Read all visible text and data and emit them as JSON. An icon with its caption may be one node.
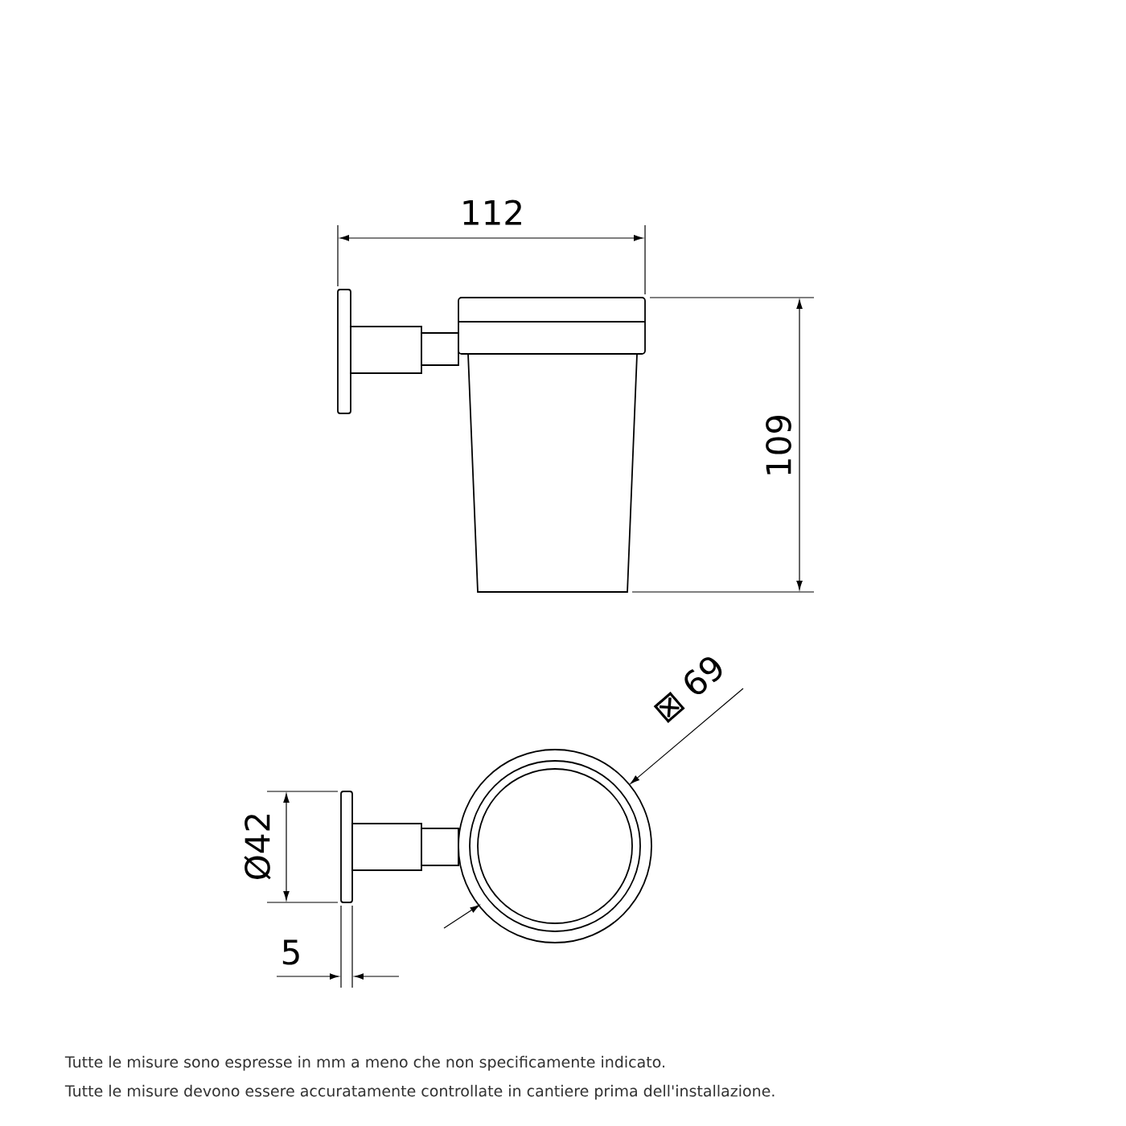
{
  "diagram": {
    "labels": [
      "112",
      "109",
      "⊠ 69",
      "Ø42",
      "5",
      "Tutte le misure sono espresse in mm a meno che non specificamente indicato.",
      "Tutte le misure devono essere accuratamente controllate in cantiere prima dell'installazione."
    ]
  }
}
